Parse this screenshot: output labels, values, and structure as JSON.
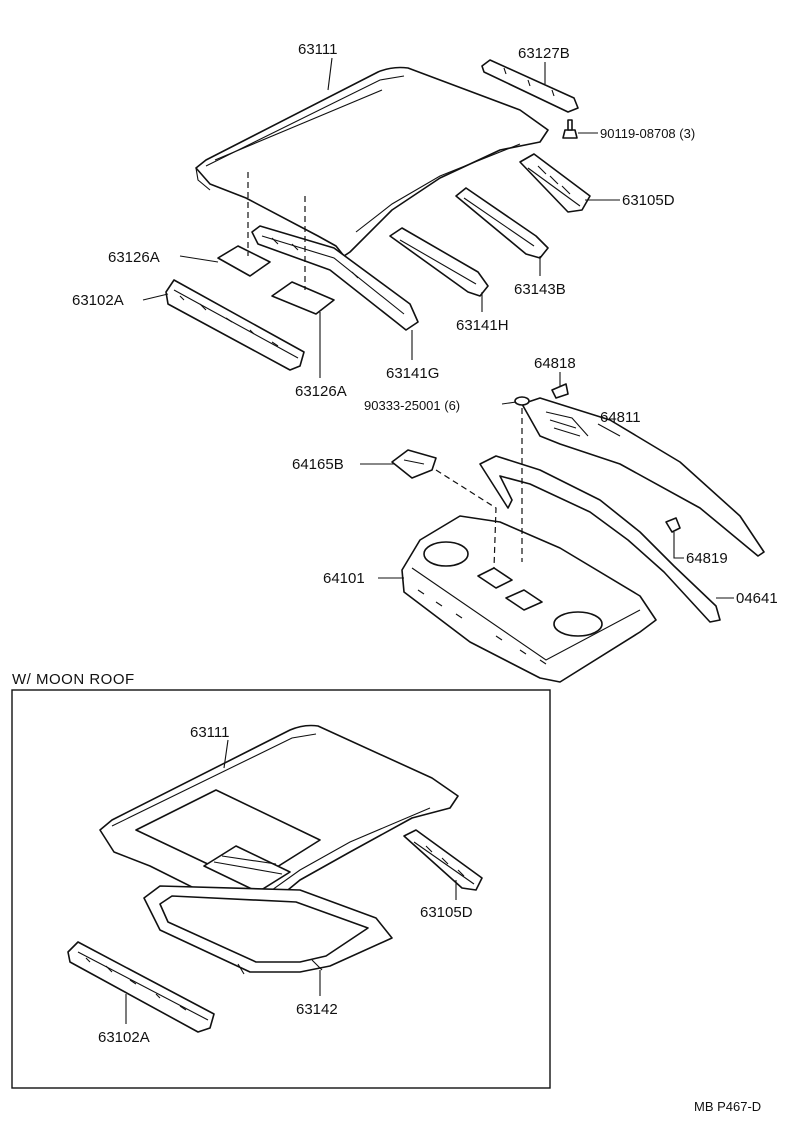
{
  "parts": {
    "p63111": "63111",
    "p63127B": "63127B",
    "p90119": "90119-08708 (3)",
    "p63105D": "63105D",
    "p63126A_top": "63126A",
    "p63102A": "63102A",
    "p63143B": "63143B",
    "p63141H": "63141H",
    "p63141G": "63141G",
    "p63126A_bottom": "63126A",
    "p64818": "64818",
    "p90333": "90333-25001 (6)",
    "p64811": "64811",
    "p64165B": "64165B",
    "p64101": "64101",
    "p64819": "64819",
    "p04641": "04641"
  },
  "moon_roof": {
    "heading": "W/ MOON  ROOF",
    "p63111": "63111",
    "p63105D": "63105D",
    "p63142": "63142",
    "p63102A": "63102A"
  },
  "footer": {
    "code": "MB  P467-D"
  }
}
